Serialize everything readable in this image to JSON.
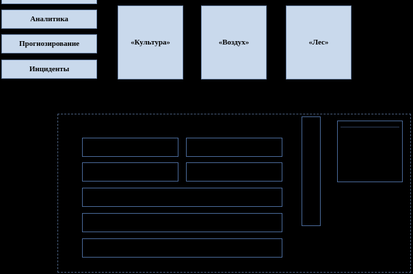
{
  "left_menu": {
    "items": [
      {
        "label": "Аналитика"
      },
      {
        "label": "Прогнозирование"
      },
      {
        "label": "Инциденты"
      }
    ]
  },
  "modules": [
    {
      "label": "«Культура»"
    },
    {
      "label": "«Воздух»"
    },
    {
      "label": "«Лес»"
    }
  ],
  "platform": {
    "title": "",
    "rows": [
      {
        "left": "",
        "right": ""
      },
      {
        "left": "",
        "right": ""
      }
    ],
    "wide_rows": [
      "",
      "",
      ""
    ],
    "vertical_bar": "",
    "right_panel": "",
    "bottom_note": ""
  },
  "colors": {
    "background": "#000000",
    "box_fill": "#c9d9ec",
    "box_border": "#6f87aa",
    "dark_border": "#4a6a9a"
  }
}
